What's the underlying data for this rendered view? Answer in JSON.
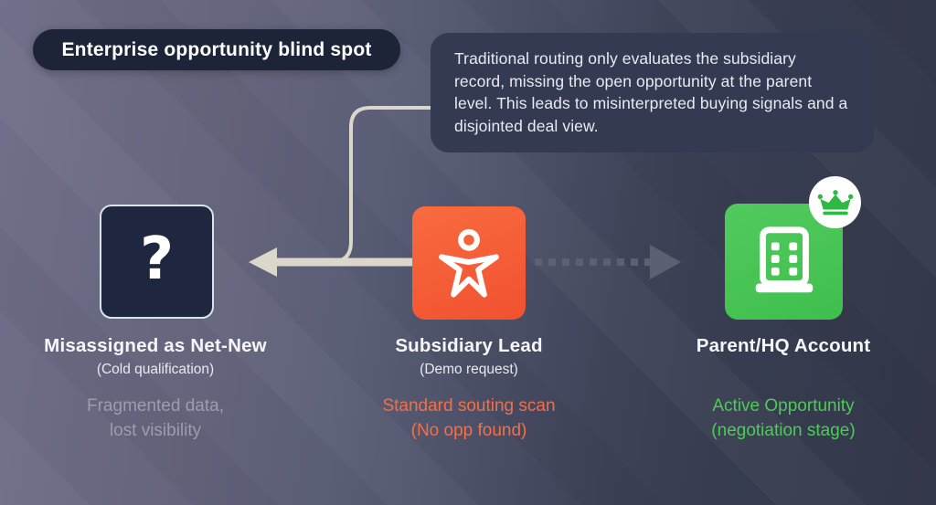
{
  "header": {
    "title": "Enterprise opportunity blind spot"
  },
  "callout": {
    "text": "Traditional routing only evaluates the subsidiary record, missing the open opportunity at the parent level. This leads to misinterpreted buying signals and a disjointed deal view."
  },
  "nodes": [
    {
      "id": "misassigned",
      "icon": "question-mark-icon",
      "icon_glyph": "?",
      "title": "Misassigned as Net-New",
      "subtitle": "(Cold qualification)",
      "status": "Fragmented data,\nlost visibility",
      "status_color": "#9c9dae",
      "box_color": "#1f2640"
    },
    {
      "id": "subsidiary-lead",
      "icon": "star-person-icon",
      "title": "Subsidiary Lead",
      "subtitle": "(Demo request)",
      "status": "Standard souting scan\n(No opp found)",
      "status_color": "#f46f48",
      "box_color": "#f65f38"
    },
    {
      "id": "parent-hq-account",
      "icon": "building-icon",
      "badge_icon": "crown-icon",
      "title": "Parent/HQ Account",
      "subtitle": "",
      "status": "Active Opportunity\n(negotiation stage)",
      "status_color": "#4dcb58",
      "box_color": "#48c455"
    }
  ],
  "connectors": {
    "solid_arrow": "from subsidiary lead to misassigned (points left)",
    "dotted_arrow": "from subsidiary lead to parent/hq account (points right)",
    "callout_line": "from callout box to solid arrow"
  },
  "colors": {
    "background_left": "#6f6e8a",
    "background_right": "#333849",
    "pill_navy": "#1e2438",
    "callout_navy": "#333a52",
    "accent_orange": "#f65f38",
    "accent_green": "#48c455",
    "arrow_beige": "#dcd7cb",
    "dotted_gray": "#5d6373",
    "muted_text": "#9c9dae"
  }
}
